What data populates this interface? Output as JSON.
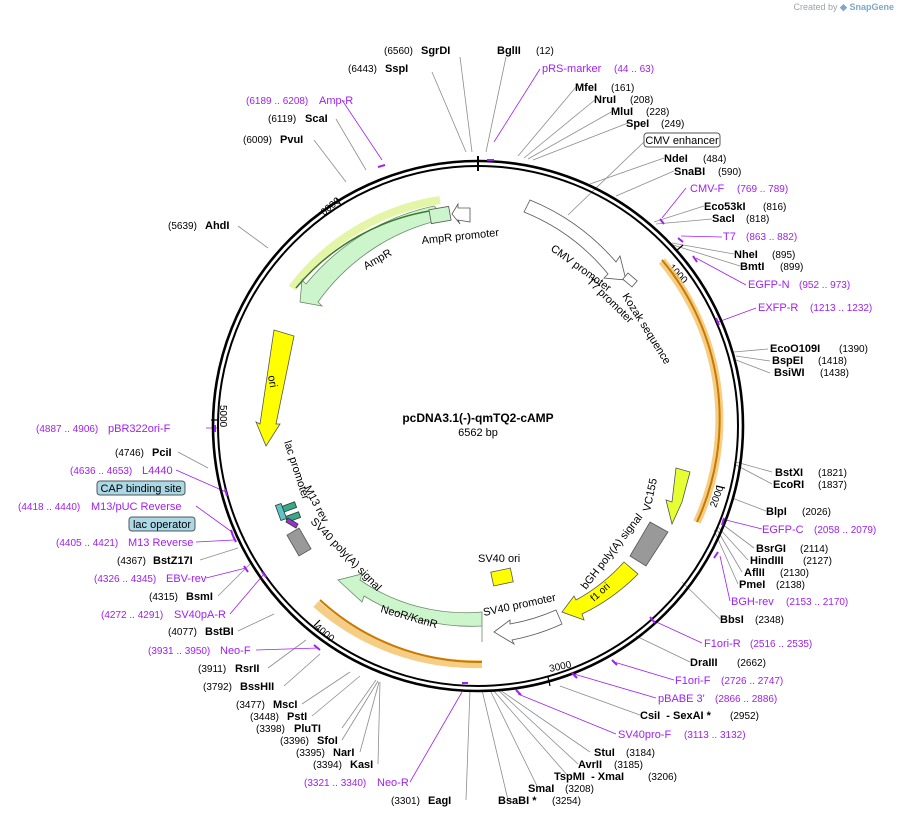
{
  "credit": {
    "prefix": "Created by",
    "brand": "SnapGene"
  },
  "plasmid": {
    "name": "pcDNA3.1(-)-qmTQ2-cAMP",
    "length_label": "6562 bp"
  },
  "ticks": [
    "1000",
    "2000",
    "3000",
    "4000",
    "5000",
    "6000"
  ],
  "features": {
    "ampr_promoter": "AmpR promoter",
    "ampr": "AmpR",
    "cmv_promoter": "CMV promoter",
    "t7_promoter": "T7 promoter",
    "kozak": "Kozak sequence",
    "ori": "ori",
    "vc155": "VC155",
    "bgh": "bGH poly(A) signal",
    "f1ori": "f1 ori",
    "sv40_ori": "SV40 ori",
    "sv40_promoter": "SV40 promoter",
    "neo": "NeoR/KanR",
    "sv40pa": "SV40 poly(A) signal",
    "m13rev": "M13 rev",
    "lac_promoter": "lac promoter"
  },
  "boxed_labels": {
    "cmv_enhancer": "CMV enhancer",
    "cap_site": "CAP binding site",
    "lac_operator": "lac operator"
  },
  "enzymes": [
    {
      "name": "SgrDI",
      "pos": "(6560)"
    },
    {
      "name": "BglII",
      "pos": "(12)"
    },
    {
      "name": "SspI",
      "pos": "(6443)"
    },
    {
      "name": "MfeI",
      "pos": "(161)"
    },
    {
      "name": "NruI",
      "pos": "(208)"
    },
    {
      "name": "MluI",
      "pos": "(228)"
    },
    {
      "name": "SpeI",
      "pos": "(249)"
    },
    {
      "name": "ScaI",
      "pos": "(6119)"
    },
    {
      "name": "PvuI",
      "pos": "(6009)"
    },
    {
      "name": "NdeI",
      "pos": "(484)"
    },
    {
      "name": "SnaBI",
      "pos": "(590)"
    },
    {
      "name": "Eco53kI",
      "pos": "(816)"
    },
    {
      "name": "SacI",
      "pos": "(818)"
    },
    {
      "name": "AhdI",
      "pos": "(5639)"
    },
    {
      "name": "NheI",
      "pos": "(895)"
    },
    {
      "name": "BmtI",
      "pos": "(899)"
    },
    {
      "name": "EcoO109I",
      "pos": "(1390)"
    },
    {
      "name": "BspEI",
      "pos": "(1418)"
    },
    {
      "name": "BsiWI",
      "pos": "(1438)"
    },
    {
      "name": "PciI",
      "pos": "(4746)"
    },
    {
      "name": "BstXI",
      "pos": "(1821)"
    },
    {
      "name": "EcoRI",
      "pos": "(1837)"
    },
    {
      "name": "BlpI",
      "pos": "(2026)"
    },
    {
      "name": "BsrGI",
      "pos": "(2114)"
    },
    {
      "name": "HindIII",
      "pos": "(2127)"
    },
    {
      "name": "AflII",
      "pos": "(2130)"
    },
    {
      "name": "PmeI",
      "pos": "(2138)"
    },
    {
      "name": "BstZ17I",
      "pos": "(4367)"
    },
    {
      "name": "BsmI",
      "pos": "(4315)"
    },
    {
      "name": "BbsI",
      "pos": "(2348)"
    },
    {
      "name": "BstBI",
      "pos": "(4077)"
    },
    {
      "name": "RsrII",
      "pos": "(3911)"
    },
    {
      "name": "DraIII",
      "pos": "(2662)"
    },
    {
      "name": "BssHII",
      "pos": "(3792)"
    },
    {
      "name": "MscI",
      "pos": "(3477)"
    },
    {
      "name": "PstI",
      "pos": "(3448)"
    },
    {
      "name": "PluTI",
      "pos": "(3398)"
    },
    {
      "name": "SfoI",
      "pos": "(3396)"
    },
    {
      "name": "NarI",
      "pos": "(3395)"
    },
    {
      "name": "KasI",
      "pos": "(3394)"
    },
    {
      "name": "CsiI  - SexAI *",
      "pos": "(2952)"
    },
    {
      "name": "StuI",
      "pos": "(3184)"
    },
    {
      "name": "AvrII",
      "pos": "(3185)"
    },
    {
      "name": "TspMI  - XmaI",
      "pos": "(3206)"
    },
    {
      "name": "SmaI",
      "pos": "(3208)"
    },
    {
      "name": "EagI",
      "pos": "(3301)"
    },
    {
      "name": "BsaBI *",
      "pos": "(3254)"
    }
  ],
  "primers": [
    {
      "name": "pRS-marker",
      "range": "(44 .. 63)"
    },
    {
      "name": "Amp-R",
      "range": "(6189 .. 6208)"
    },
    {
      "name": "CMV-F",
      "range": "(769 .. 789)"
    },
    {
      "name": "T7",
      "range": "(863 .. 882)"
    },
    {
      "name": "EGFP-N",
      "range": "(952 .. 973)"
    },
    {
      "name": "EXFP-R",
      "range": "(1213 .. 1232)"
    },
    {
      "name": "pBR322ori-F",
      "range": "(4887 .. 4906)"
    },
    {
      "name": "L4440",
      "range": "(4636 .. 4653)"
    },
    {
      "name": "M13/pUC Reverse",
      "range": "(4418 .. 4440)"
    },
    {
      "name": "M13 Reverse",
      "range": "(4405 .. 4421)"
    },
    {
      "name": "EGFP-C",
      "range": "(2058 .. 2079)"
    },
    {
      "name": "EBV-rev",
      "range": "(4326 .. 4345)"
    },
    {
      "name": "SV40pA-R",
      "range": "(4272 .. 4291)"
    },
    {
      "name": "BGH-rev",
      "range": "(2153 .. 2170)"
    },
    {
      "name": "F1ori-R",
      "range": "(2516 .. 2535)"
    },
    {
      "name": "Neo-F",
      "range": "(3931 .. 3950)"
    },
    {
      "name": "F1ori-F",
      "range": "(2726 .. 2747)"
    },
    {
      "name": "pBABE 3'",
      "range": "(2866 .. 2886)"
    },
    {
      "name": "SV40pro-F",
      "range": "(3113 .. 3132)"
    },
    {
      "name": "Neo-R",
      "range": "(3321 .. 3340)"
    }
  ],
  "colors": {
    "backbone": "#000000",
    "ampr_fill": "#ccf5cc",
    "ori_fill": "#ffff00",
    "vc155_fill": "#e6ff33",
    "neo_fill": "#ccf5cc",
    "promoter_fill": "#ffffff",
    "polyA_fill": "#999999",
    "orf_highlight": "#f5c46e",
    "primer": "#a020f0",
    "boxed_fill": "#aad8e6"
  }
}
